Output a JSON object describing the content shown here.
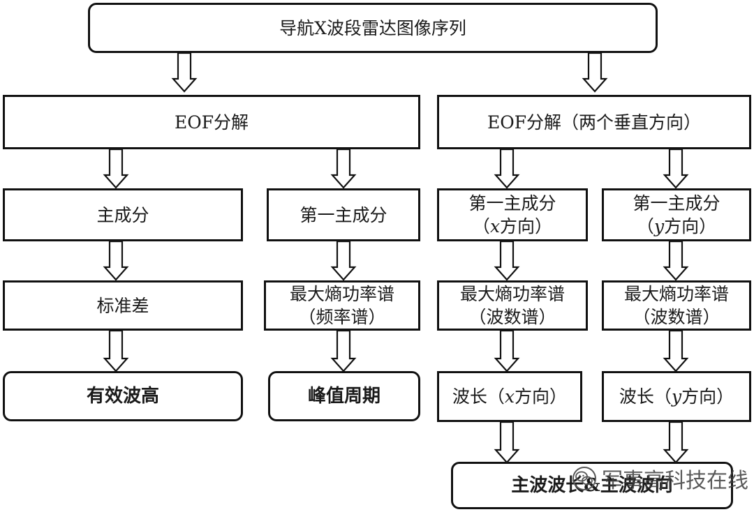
{
  "nodes": {
    "top": "导航X波段雷达图像序列",
    "eof_left": "EOF分解",
    "eof_right": "EOF分解（两个垂直方向）",
    "pc_main": "主成分",
    "pc_first": "第一主成分",
    "pc_x": {
      "line1": "第一主成分",
      "line2_pre": "（",
      "line2_var": "x",
      "line2_post": "方向）"
    },
    "pc_y": {
      "line1": "第一主成分",
      "line2_pre": "（",
      "line2_var": "y",
      "line2_post": "方向）"
    },
    "std": "标准差",
    "mem_freq": {
      "line1": "最大熵功率谱",
      "line2": "（频率谱）"
    },
    "mem_wave_x": {
      "line1": "最大熵功率谱",
      "line2": "（波数谱）"
    },
    "mem_wave_y": {
      "line1": "最大熵功率谱",
      "line2": "（波数谱）"
    },
    "hs": "有效波高",
    "tp": "峰值周期",
    "wl_x": {
      "pre": "波长（",
      "var": "x",
      "post": "方向）"
    },
    "wl_y": {
      "pre": "波长（",
      "var": "y",
      "post": "方向）"
    },
    "final": "主波波长&主波波向"
  },
  "watermark": {
    "text": "军事高科技在线",
    "icon": "wechat-icon"
  }
}
